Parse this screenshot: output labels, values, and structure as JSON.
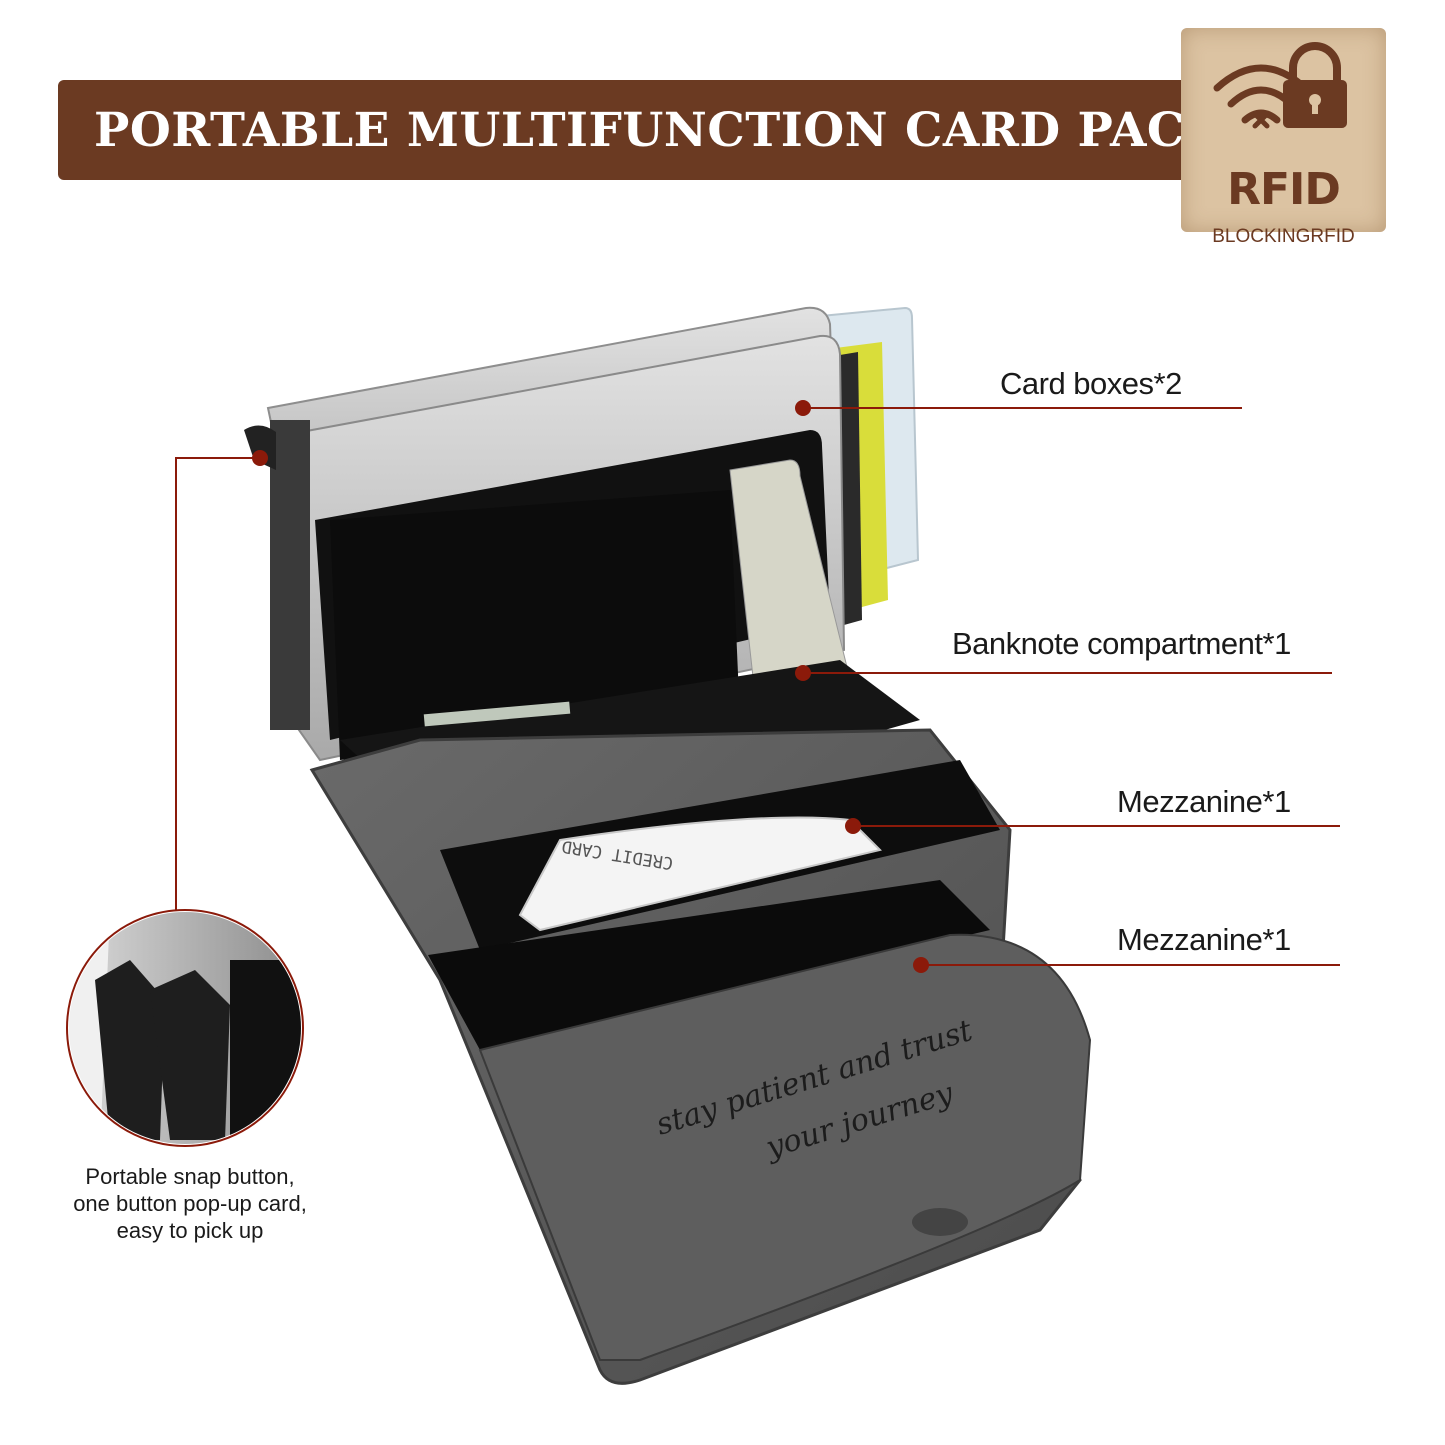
{
  "header": {
    "title": "PORTABLE MULTIFUNCTION CARD PACKAGE"
  },
  "badge": {
    "icon": "wifi-lock-icon",
    "rfid": "RFID",
    "sub": "BLOCKINGRFID"
  },
  "callouts": {
    "card_boxes": "Card boxes*2",
    "banknote": "Banknote compartment*1",
    "mezzanine_upper": "Mezzanine*1",
    "mezzanine_lower": "Mezzanine*1"
  },
  "caption": {
    "line1": "Portable snap button,",
    "line2": "one button pop-up card,",
    "line3": "easy to pick up"
  },
  "product": {
    "credit_card_text": "CREDIT CARD",
    "engraving_line1": "stay patient and trust",
    "engraving_line2": "your journey"
  },
  "colors": {
    "brand_brown": "#6b3a22",
    "badge_tan": "#dcc3a2",
    "marker_red": "#8b1a0a",
    "leather_grey": "#5c5c5c",
    "aluminium": "#c8c8c8"
  }
}
